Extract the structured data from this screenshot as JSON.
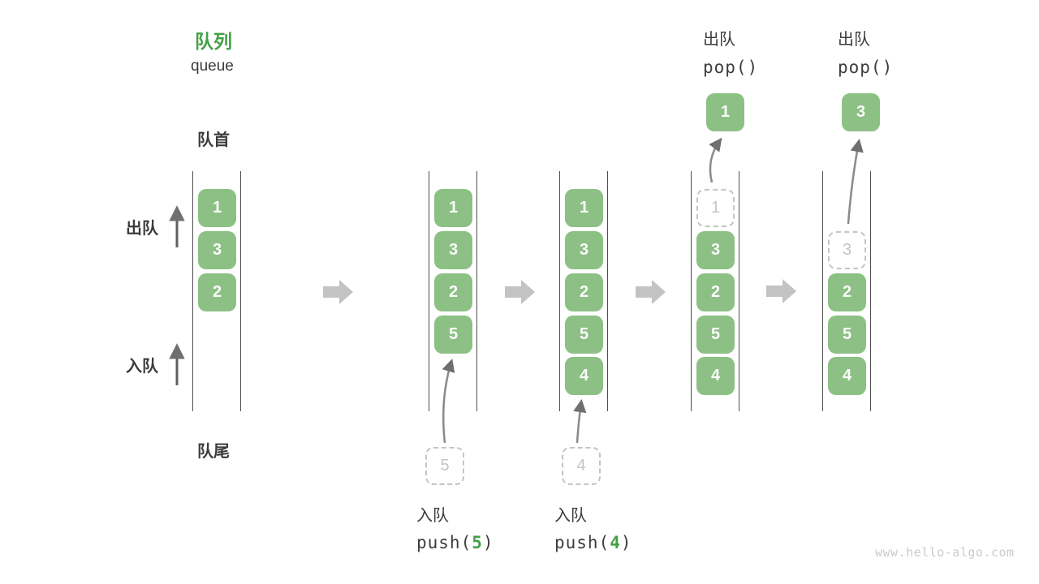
{
  "title": {
    "zh": "队列",
    "en": "queue"
  },
  "position_labels": {
    "front": "队首",
    "rear": "队尾"
  },
  "side_actions": {
    "dequeue": "出队",
    "enqueue": "入队"
  },
  "pop_operations": [
    {
      "label": "出队",
      "code": "pop()",
      "value": "1"
    },
    {
      "label": "出队",
      "code": "pop()",
      "value": "3"
    }
  ],
  "push_operations": [
    {
      "label": "入队",
      "code_before": "push(",
      "arg": "5",
      "code_after": ")",
      "value": "5"
    },
    {
      "label": "入队",
      "code_before": "push(",
      "arg": "4",
      "code_after": ")",
      "value": "4"
    }
  ],
  "queue_states": [
    {
      "items": [
        {
          "value": "1",
          "slot": 0
        },
        {
          "value": "3",
          "slot": 1
        },
        {
          "value": "2",
          "slot": 2
        }
      ]
    },
    {
      "items": [
        {
          "value": "1",
          "slot": 0
        },
        {
          "value": "3",
          "slot": 1
        },
        {
          "value": "2",
          "slot": 2
        },
        {
          "value": "5",
          "slot": 3
        }
      ]
    },
    {
      "items": [
        {
          "value": "1",
          "slot": 0
        },
        {
          "value": "3",
          "slot": 1
        },
        {
          "value": "2",
          "slot": 2
        },
        {
          "value": "5",
          "slot": 3
        },
        {
          "value": "4",
          "slot": 4
        }
      ]
    },
    {
      "items": [
        {
          "value": "1",
          "slot": 0,
          "dashed": true
        },
        {
          "value": "3",
          "slot": 1
        },
        {
          "value": "2",
          "slot": 2
        },
        {
          "value": "5",
          "slot": 3
        },
        {
          "value": "4",
          "slot": 4
        }
      ]
    },
    {
      "items": [
        {
          "value": "3",
          "slot": 1,
          "dashed": true
        },
        {
          "value": "2",
          "slot": 2
        },
        {
          "value": "5",
          "slot": 3
        },
        {
          "value": "4",
          "slot": 4
        }
      ]
    }
  ],
  "watermark": "www.hello-algo.com",
  "colors": {
    "box_green": "#8CC084",
    "accent_green": "#43A047",
    "box_text": "#FBFBFB",
    "dashed_gray": "#C4C4C4",
    "label_dark": "#3C3C3C",
    "arrow_gray": "#757575",
    "block_arrow_gray": "#C3C3C3",
    "watermark_gray": "#CBCBCB"
  }
}
